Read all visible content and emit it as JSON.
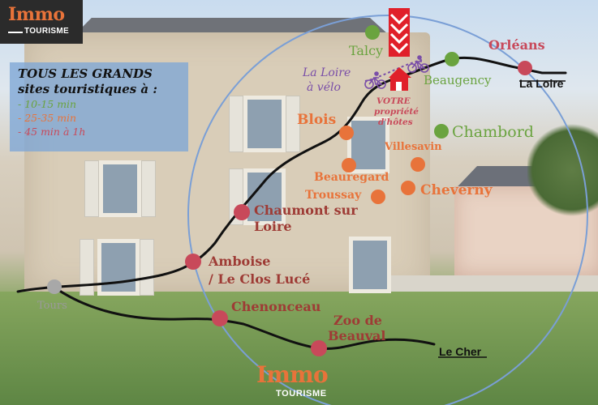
{
  "brand": {
    "name": "Immo",
    "sub": "TOURISME"
  },
  "legend": {
    "title_line1": "TOUS LES GRANDS",
    "title_line2": "sites touristiques à :",
    "items": [
      {
        "label": "- 10-15 min",
        "color": "#6aa33f"
      },
      {
        "label": "- 25-35 min",
        "color": "#e8733a"
      },
      {
        "label": "- 45 min à 1h",
        "color": "#c8495a"
      }
    ]
  },
  "property": {
    "line1": "VOTRE",
    "line2": "propriété",
    "line3": "d'hôtes"
  },
  "places": {
    "talcy": "Talcy",
    "beaugency": "Beaugency",
    "chambord": "Chambord",
    "orleans": "Orléans",
    "blois": "Blois",
    "villesavin": "Villesavin",
    "beauregard": "Beauregard",
    "troussay": "Troussay",
    "cheverny": "Cheverny",
    "chaumont_1": "Chaumont sur",
    "chaumont_2": "Loire",
    "amboise_1": "Amboise",
    "amboise_2": "/ Le Clos Lucé",
    "tours": "Tours",
    "chenonceau": "Chenonceau",
    "beauval_1": "Zoo de",
    "beauval_2": "Beauval",
    "velo_1": "La Loire",
    "velo_2": "à vélo"
  },
  "rivers": {
    "loire": "La Loire",
    "cher": "Le Cher"
  },
  "colors": {
    "green": "#6aa33f",
    "orange": "#e8733a",
    "red": "#c8495a",
    "grey": "#a8a8a8",
    "circle": "#7a9fd6",
    "marker": "#e0202a"
  },
  "icons": [
    "house-marker-icon",
    "chevron-down-icon",
    "bicycle-icon"
  ]
}
